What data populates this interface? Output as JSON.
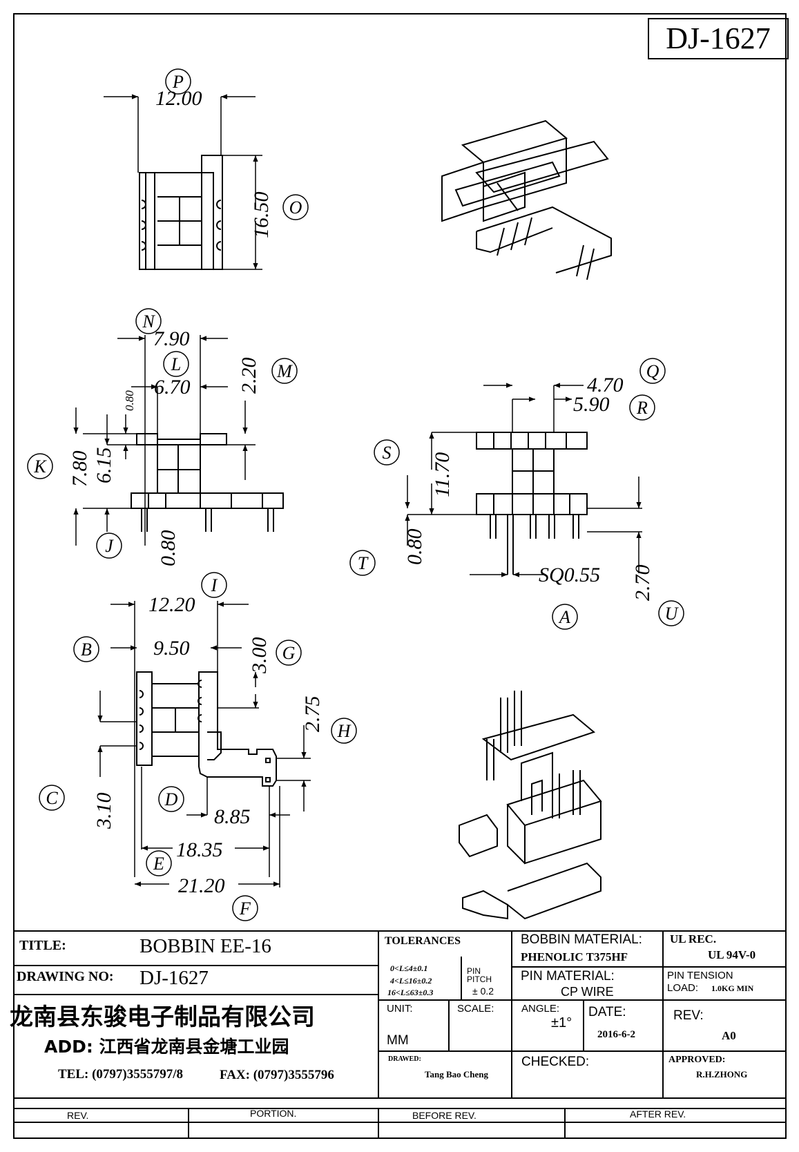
{
  "drawing_id": "DJ-1627",
  "dimensions": {
    "p_12_00": "12.00",
    "o_16_50": "16.50",
    "n_7_90": "7.90",
    "l_6_70": "6.70",
    "m_2_20": "2.20",
    "small_0_80": "0.80",
    "k_7_80": "7.80",
    "k_6_15": "6.15",
    "j_0_80": "0.80",
    "q_4_70": "4.70",
    "r_5_90": "5.90",
    "s_11_70": "11.70",
    "t_0_80": "0.80",
    "a_sq": "SQ0.55",
    "u_2_70": "2.70",
    "i_12_20": "12.20",
    "b_9_50": "9.50",
    "g_3_00": "3.00",
    "h_2_75": "2.75",
    "c_3_10": "3.10",
    "d_8_85": "8.85",
    "e_18_35": "18.35",
    "f_21_20": "21.20"
  },
  "markers": {
    "P": "P",
    "O": "O",
    "N": "N",
    "L": "L",
    "M": "M",
    "K": "K",
    "J": "J",
    "Q": "Q",
    "R": "R",
    "S": "S",
    "T": "T",
    "A": "A",
    "U": "U",
    "I": "I",
    "B": "B",
    "G": "G",
    "H": "H",
    "C": "C",
    "D": "D",
    "E": "E",
    "F": "F"
  },
  "title_block": {
    "title_label": "TITLE:",
    "title_value": "BOBBIN EE-16",
    "drawing_no_label": "DRAWING NO:",
    "drawing_no_value": "DJ-1627",
    "company": "龙南县东骏电子制品有限公司",
    "address": "ADD: 江西省龙南县金塘工业园",
    "tel": "TEL: (0797)3555797/8",
    "fax": "FAX: (0797)3555796",
    "tolerances_label": "TOLERANCES",
    "tol_1": "0<L≤4±0.1",
    "tol_2": "4<L≤16±0.2",
    "tol_3": "16<L≤63±0.3",
    "pin_pitch_label": "PIN PITCH",
    "pin_pitch_value": "± 0.2",
    "bobbin_material_label": "BOBBIN MATERIAL:",
    "bobbin_material_value": "PHENOLIC T375HF",
    "ul_rec_label": "UL REC.",
    "ul_rec_value": "UL 94V-0",
    "pin_material_label": "PIN MATERIAL:",
    "pin_material_value": "CP WIRE",
    "pin_tension_label": "PIN TENSION",
    "pin_tension_load_label": "LOAD:",
    "pin_tension_value": "1.0KG MIN",
    "unit_label": "UNIT:",
    "unit_value": "MM",
    "scale_label": "SCALE:",
    "angle_label": "ANGLE:",
    "angle_value": "±1°",
    "date_label": "DATE:",
    "date_value": "2016-6-2",
    "rev_label": "REV:",
    "rev_value": "A0",
    "drawn_label": "DRAWED:",
    "drawn_value": "Tang Bao Cheng",
    "checked_label": "CHECKED:",
    "approved_label": "APPROVED:",
    "approved_value": "R.H.ZHONG"
  },
  "revision_table": {
    "headers": [
      "REV.",
      "PORTION.",
      "BEFORE REV.",
      "AFTER REV."
    ]
  }
}
